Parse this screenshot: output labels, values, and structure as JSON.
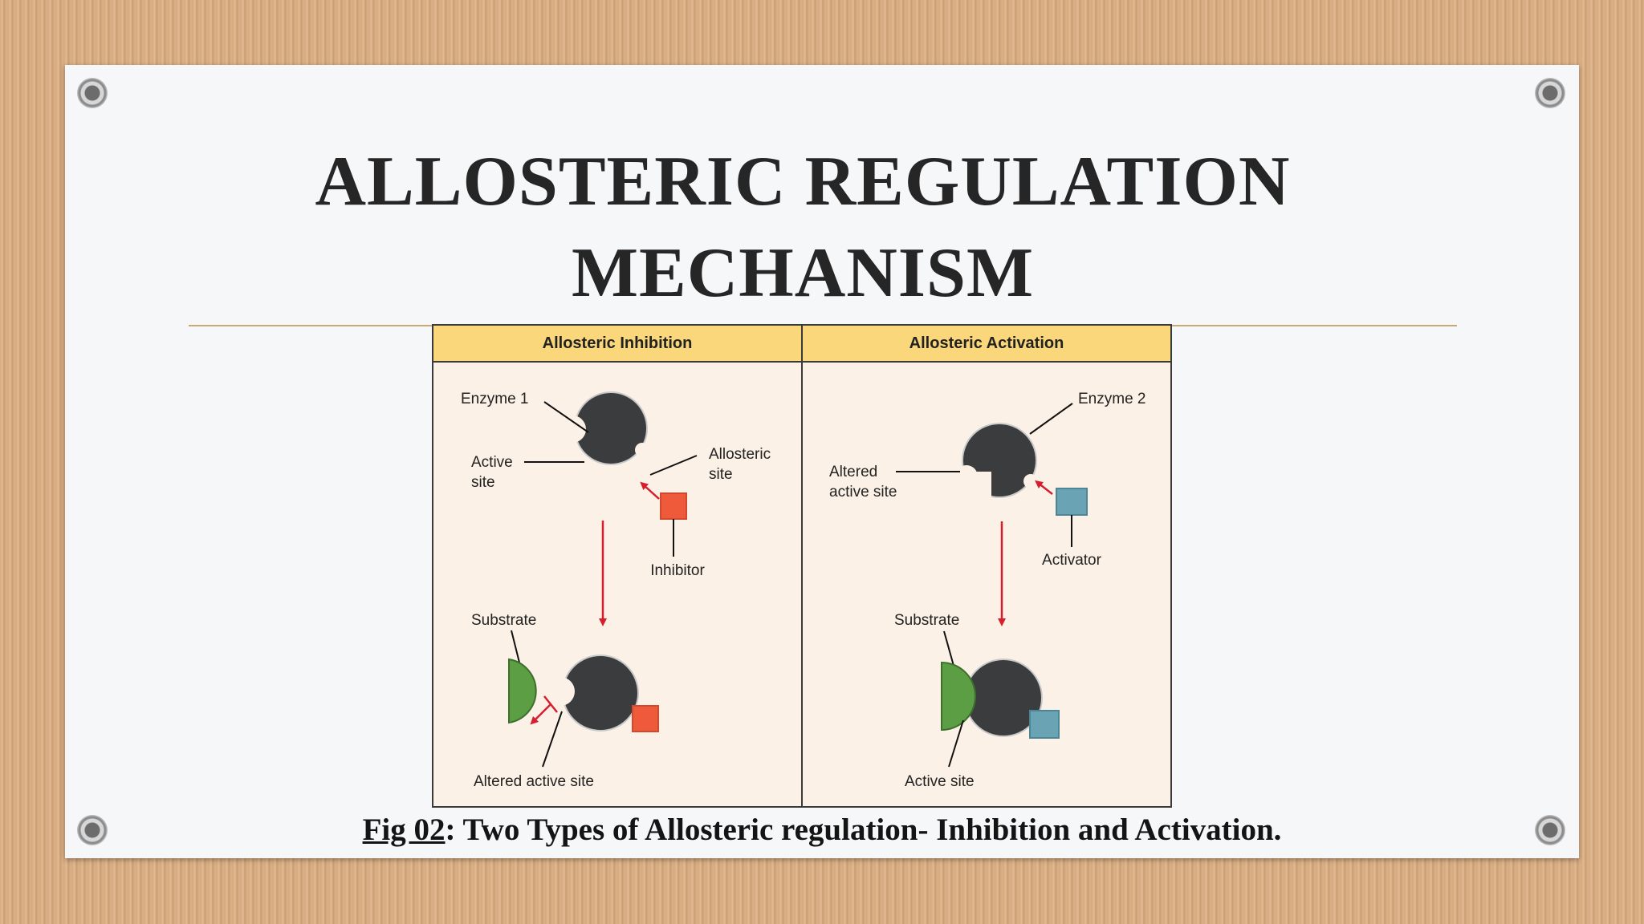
{
  "slide": {
    "title_line1": "ALLOSTERIC REGULATION",
    "title_line2": "MECHANISM"
  },
  "figure": {
    "inhibition": {
      "header": "Allosteric Inhibition",
      "enzyme_label": "Enzyme 1",
      "active_site_line1": "Active",
      "active_site_line2": "site",
      "allosteric_site_line1": "Allosteric",
      "allosteric_site_line2": "site",
      "inhibitor_label": "Inhibitor",
      "substrate_label": "Substrate",
      "altered_active_site_label": "Altered active site"
    },
    "activation": {
      "header": "Allosteric Activation",
      "enzyme_label": "Enzyme 2",
      "altered_site_line1": "Altered",
      "altered_site_line2": "active site",
      "activator_label": "Activator",
      "substrate_label": "Substrate",
      "active_site_label": "Active site"
    },
    "colors": {
      "header_bg": "#f9d77a",
      "panel_bg": "#fbf1e6",
      "enzyme": "#3b3c3e",
      "inhibitor": "#ef5a3a",
      "activator": "#6aa4b4",
      "substrate": "#5c9e43",
      "arrow": "#d61f2e"
    }
  },
  "caption": {
    "fig_label": "Fig 02",
    "text": ": Two Types of  Allosteric regulation- Inhibition and Activation."
  }
}
